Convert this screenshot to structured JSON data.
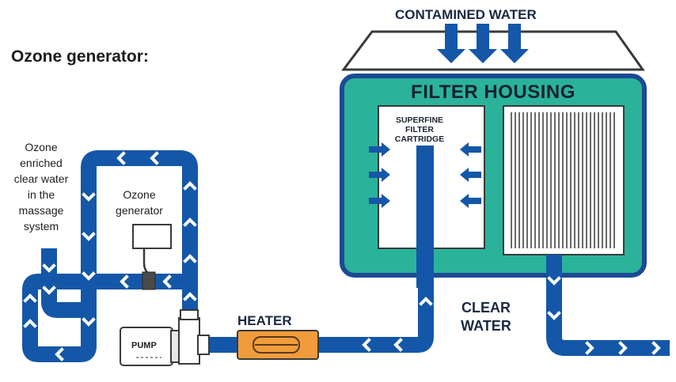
{
  "title": "Ozone generator:",
  "labels": {
    "contaminated_water": "CONTAMINED WATER",
    "filter_housing": "FILTER HOUSING",
    "cartridge": [
      "SUPERFINE",
      "FILTER",
      "CARTRIDGE"
    ],
    "enriched_water": [
      "Ozone",
      "enriched",
      "clear water",
      "in the",
      "massage",
      "system"
    ],
    "ozone_generator": [
      "Ozone",
      "generator"
    ],
    "heater": "HEATER",
    "clear_water": [
      "CLEAR",
      "WATER"
    ],
    "pump": "PUMP"
  },
  "colors": {
    "pipe": "#1457a8",
    "housing_fill": "#2ab39a",
    "housing_border": "#1c4a94",
    "heater": "#f09c3c",
    "text": "#1d1d1d"
  }
}
